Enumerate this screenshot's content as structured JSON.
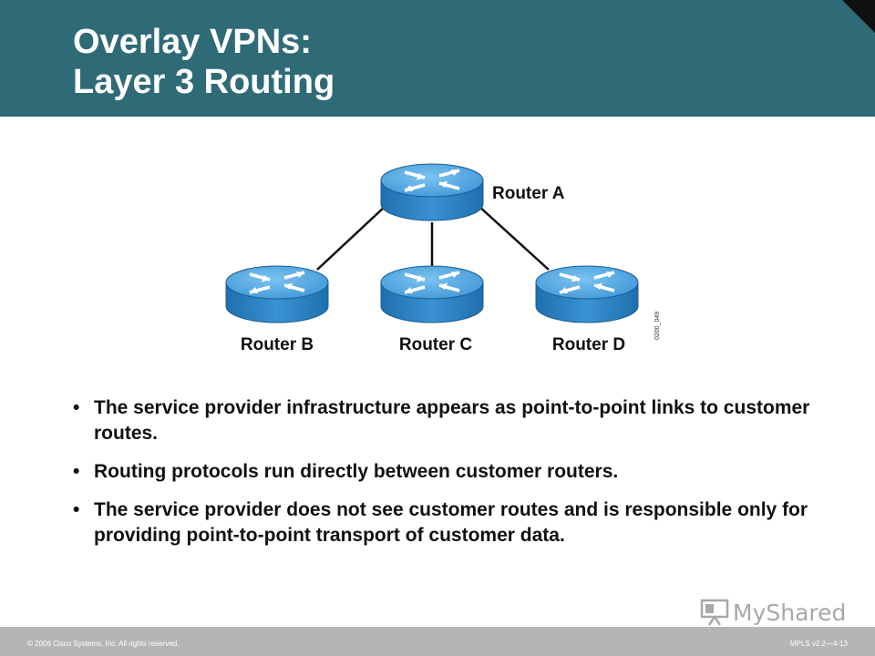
{
  "slide": {
    "title_line1": "Overlay VPNs:",
    "title_line2": "Layer 3 Routing"
  },
  "diagram": {
    "routers": [
      {
        "id": "a",
        "label": "Router A"
      },
      {
        "id": "b",
        "label": "Router B"
      },
      {
        "id": "c",
        "label": "Router C"
      },
      {
        "id": "d",
        "label": "Router D"
      }
    ],
    "figure_id": "0200_049",
    "links": [
      [
        "a",
        "b"
      ],
      [
        "a",
        "c"
      ],
      [
        "a",
        "d"
      ]
    ]
  },
  "bullets": [
    "The service provider infrastructure appears as point-to-point links to customer routes.",
    "Routing protocols run directly between customer routers.",
    "The service provider does not see customer routes and is responsible only for providing point-to-point transport of customer data."
  ],
  "bullet_symbol": "•",
  "footer": {
    "copyright": "© 2006 Cisco Systems, Inc. All rights reserved.",
    "slide_id": "MPLS v2.2—4-13"
  },
  "watermark": {
    "text": "MyShared"
  },
  "colors": {
    "header": "#2f6b76",
    "footer": "#b5b5b5",
    "router_top": "#4aa0d8",
    "router_side": "#2b7fc0"
  }
}
